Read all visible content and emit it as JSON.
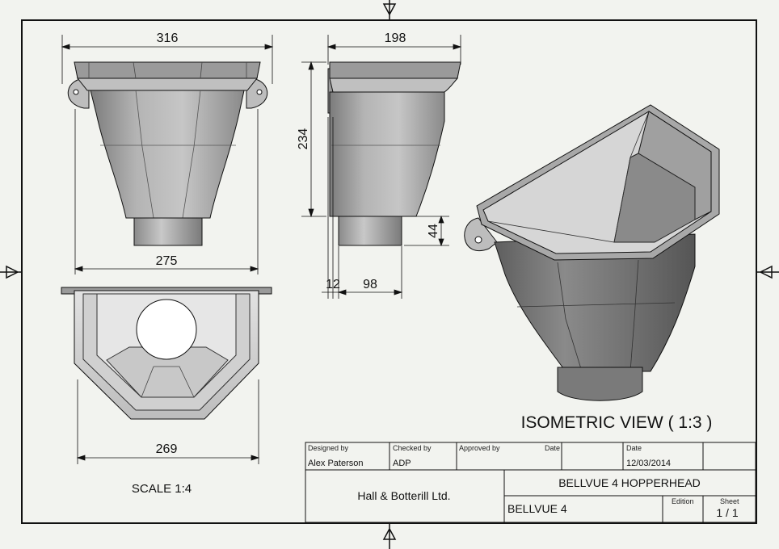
{
  "dimensions": {
    "top_width": "316",
    "bottom_width": "275",
    "side_width": "198",
    "height": "234",
    "outlet_height": "44",
    "bracket_offset": "12",
    "outlet_width": "98",
    "plan_width": "269"
  },
  "labels": {
    "scale": "SCALE 1:4",
    "iso_title": "ISOMETRIC VIEW ( 1:3 )"
  },
  "title_block": {
    "designed_by_label": "Designed by",
    "designed_by": "Alex Paterson",
    "checked_by_label": "Checked by",
    "checked_by": "ADP",
    "approved_by_label": "Approved by",
    "date_label_1": "Date",
    "date_label_2": "Date",
    "date": "12/03/2014",
    "company": "Hall & Botterill Ltd.",
    "title": "BELLVUE 4 HOPPERHEAD",
    "drawing_no": "BELLVUE 4",
    "edition_label": "Edition",
    "sheet_label": "Sheet",
    "sheet": "1 / 1"
  },
  "colors": {
    "background": "#f2f3ef",
    "line": "#111111",
    "part_light": "#b9b9b9",
    "part_mid": "#8f8f8f",
    "part_dark": "#6d6d6d"
  }
}
